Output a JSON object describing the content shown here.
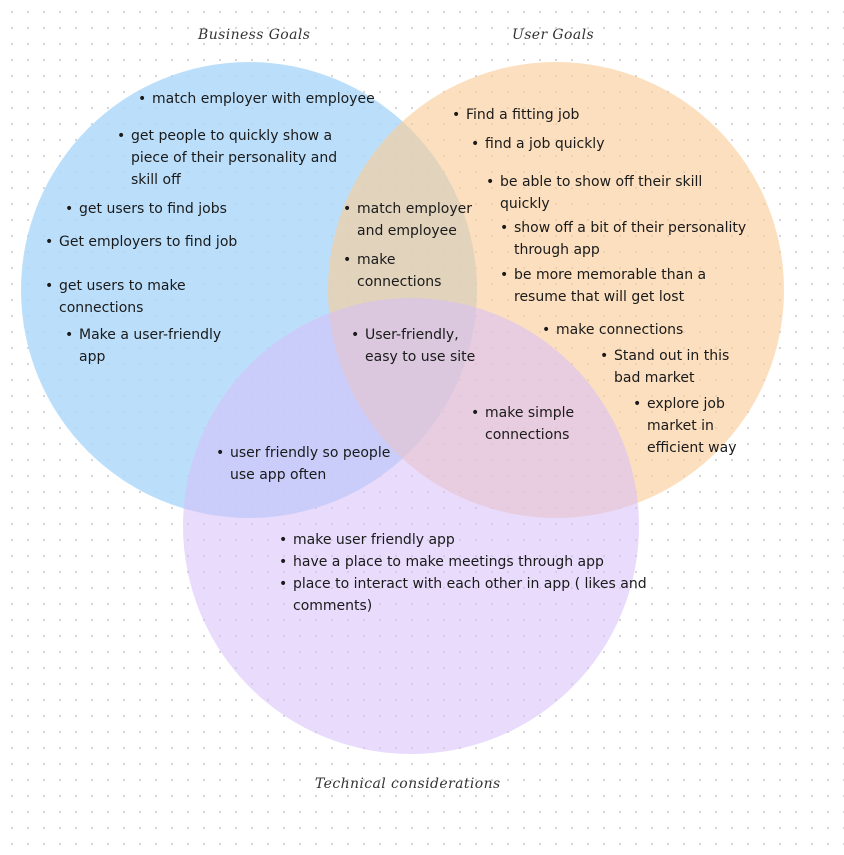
{
  "sets": {
    "business": {
      "label": "Business Goals",
      "color": "#aad7fa"
    },
    "user": {
      "label": "User Goals",
      "color": "#facc96"
    },
    "technical": {
      "label": "Technical considerations",
      "color": "#d6befa"
    }
  },
  "business_only": [
    "match employer with employee",
    "get people to quickly show a piece of their personality and skill off",
    "get users to find jobs",
    "Get employers to find job",
    "get users to make connections",
    "Make a user-friendly app"
  ],
  "business_and_user": [
    "match employer and employee",
    "make connections"
  ],
  "user_only": [
    "Find a fitting job",
    "find a job quickly",
    "be able to show off their skill quickly",
    "show off a bit of their personality through app",
    "be more memorable than a resume that will get lost",
    "make connections",
    "Stand out in this bad market",
    "explore job market in efficient way"
  ],
  "all_three": [
    "User-friendly, easy to use site"
  ],
  "user_and_technical": [
    "make simple connections"
  ],
  "business_and_technical": [
    "user friendly so people use app often"
  ],
  "technical_only": [
    "make user friendly app",
    "have a place to make meetings through app",
    "place to interact with each other in app ( likes and comments)"
  ]
}
